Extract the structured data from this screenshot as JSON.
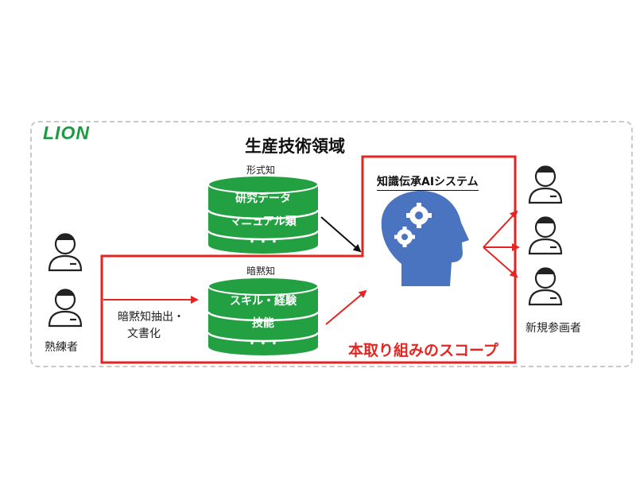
{
  "logo": "LION",
  "title": "生産技術領域",
  "explicit_knowledge": {
    "label": "形式知",
    "items": [
      "研究データ",
      "マニュアル類",
      "・・・"
    ]
  },
  "tacit_knowledge": {
    "label": "暗黙知",
    "items": [
      "スキル・経験",
      "技能",
      "・・・"
    ]
  },
  "extraction_label": [
    "暗黙知抽出・",
    "文書化"
  ],
  "experts_label": "熟練者",
  "ai_system_label": "知識伝承AIシステム",
  "newcomers_label": "新規参画者",
  "scope_label": "本取り組みのスコープ",
  "colors": {
    "brand_green": "#1e9a45",
    "database_green": "#23a142",
    "scope_red": "#e52521",
    "ai_blue": "#4a73c0",
    "person_outline": "#222222"
  },
  "icons": [
    "person-icon",
    "database-icon",
    "brain-gears-icon",
    "arrow-icon"
  ]
}
